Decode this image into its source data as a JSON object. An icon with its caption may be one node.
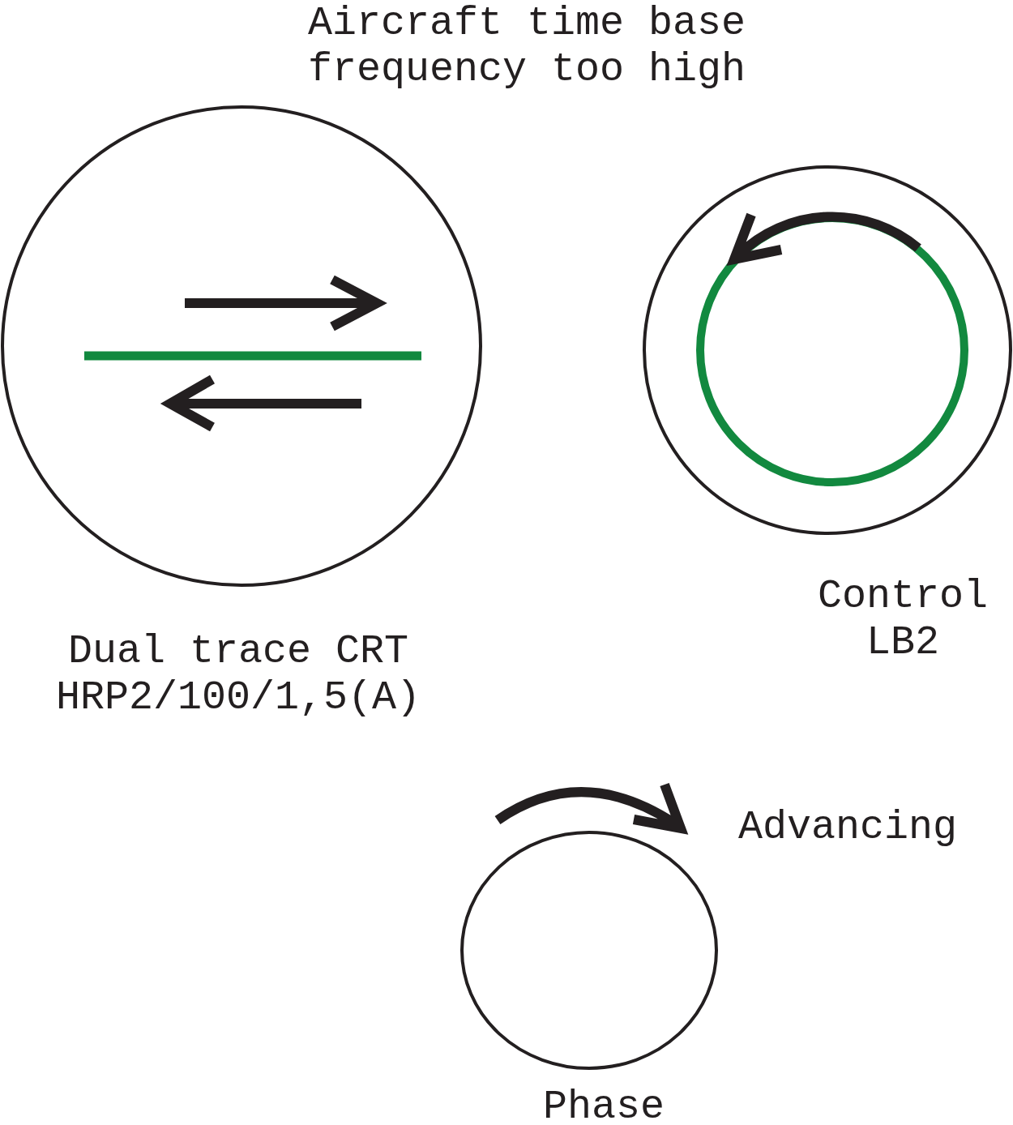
{
  "diagram": {
    "title": "Aircraft time base frequency too high",
    "nodes": [
      {
        "text": [],
        "shape": "circle",
        "beside": [
          "Dual trace CRT HRP2/100/1,5(A)"
        ]
      },
      {
        "text": [],
        "shape": "circle",
        "beside": [
          "Control LB2"
        ]
      },
      {
        "text": [],
        "shape": "circle",
        "beside": [
          "Phase"
        ]
      }
    ],
    "labels": [
      "Advancing"
    ]
  }
}
